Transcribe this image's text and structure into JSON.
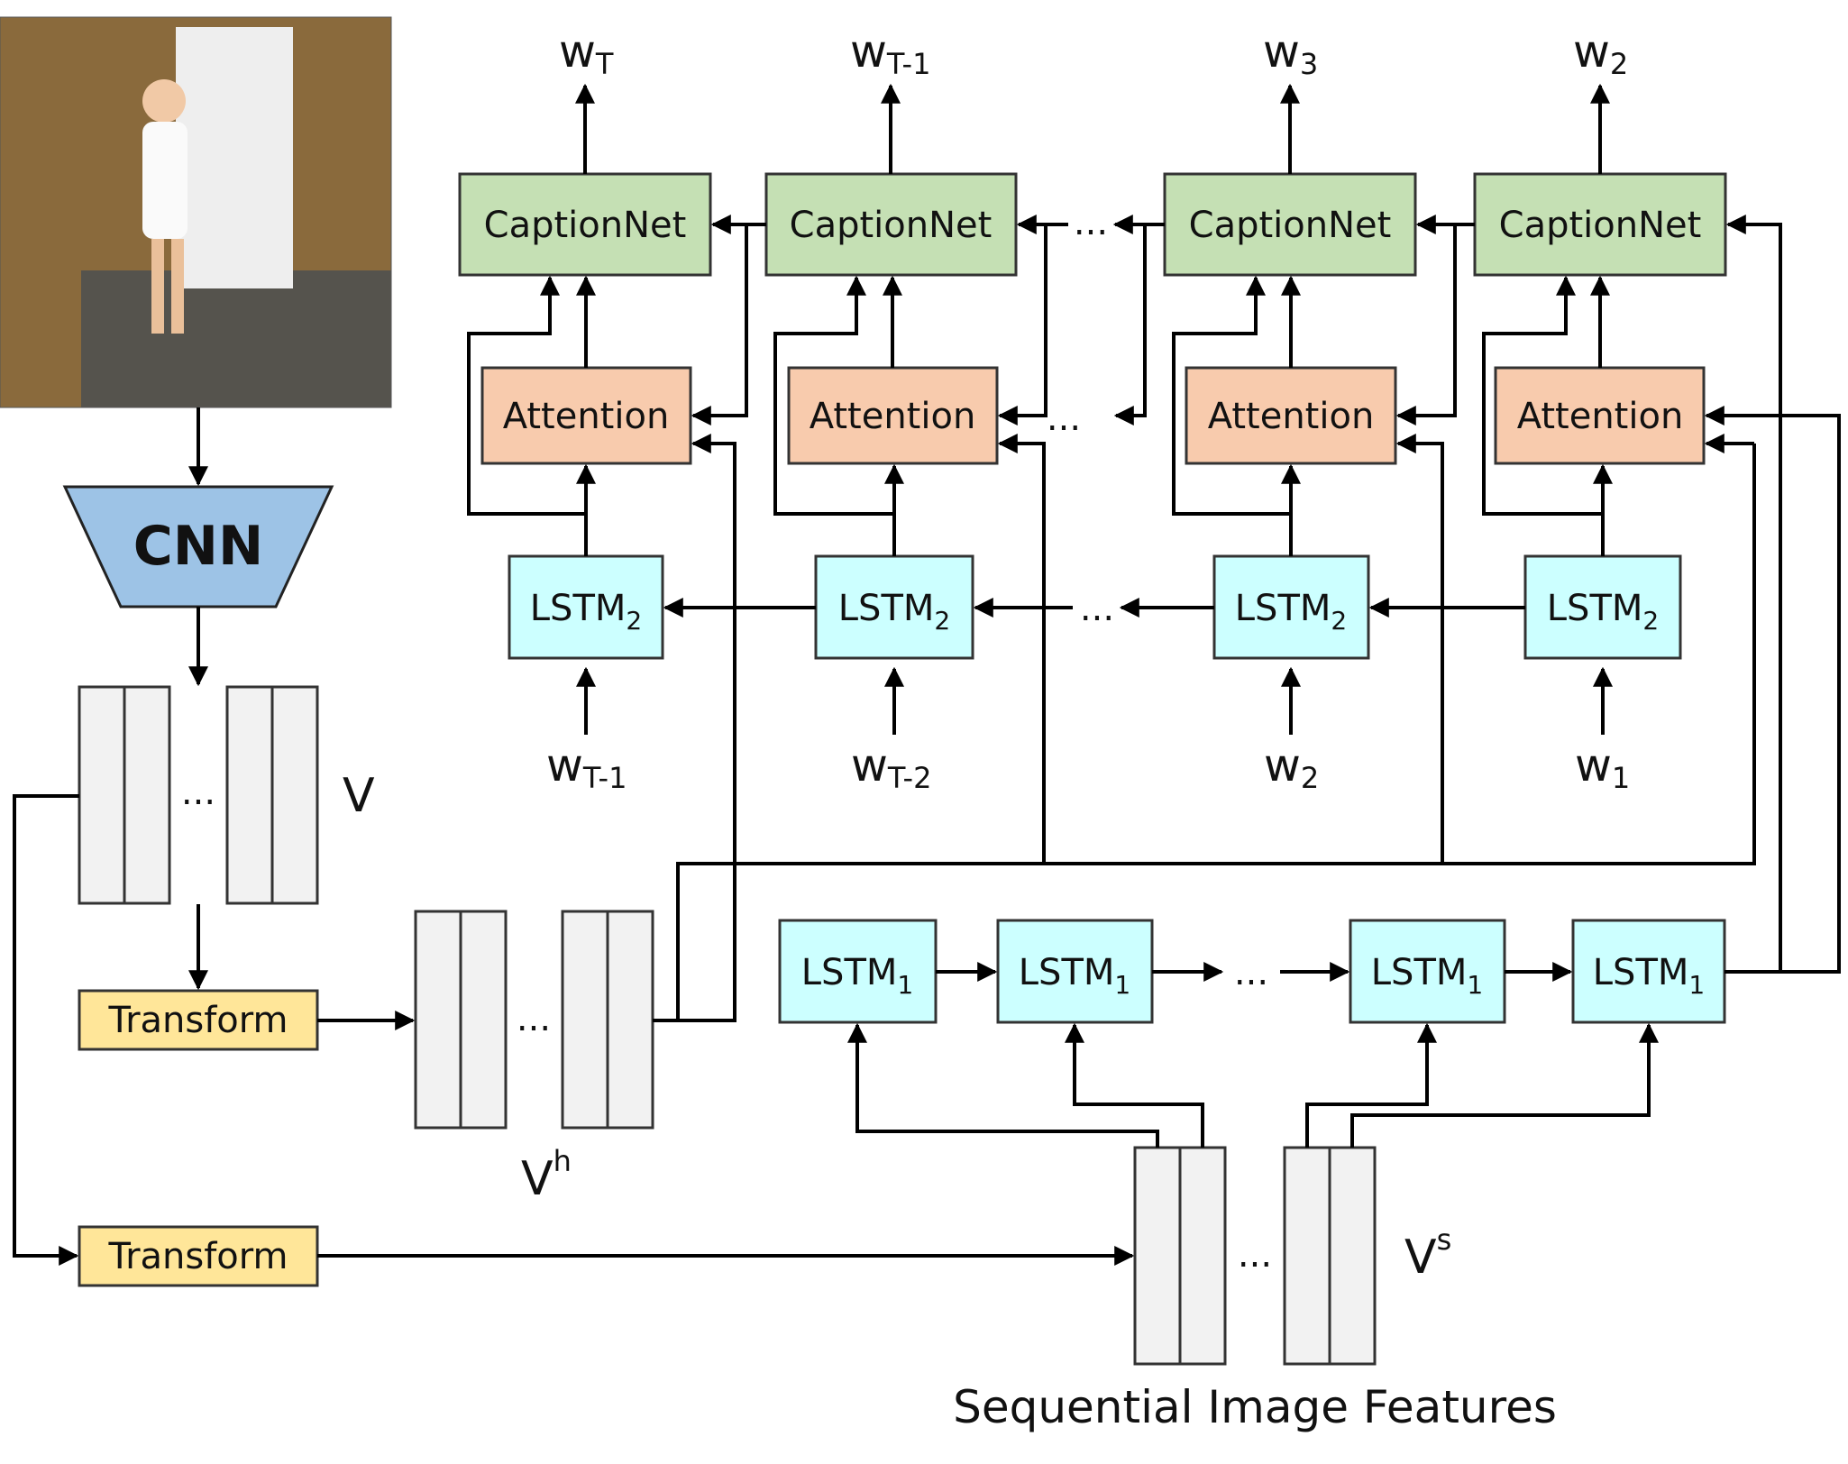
{
  "modules": {
    "cnn": "CNN",
    "transform": "Transform",
    "caption_net": "CaptionNet",
    "attention": "Attention",
    "lstm_base": "LSTM",
    "lstm2_sub": "2",
    "lstm1_sub": "1"
  },
  "ellipsis": "...",
  "features": {
    "v": "V",
    "vh_base": "V",
    "vh_sup": "h",
    "vs_base": "V",
    "vs_sup": "s",
    "sequential_caption": "Sequential Image Features"
  },
  "word_base": "w",
  "outputs": [
    {
      "sub": "T"
    },
    {
      "sub": "T-1"
    },
    {
      "sub": "3"
    },
    {
      "sub": "2"
    }
  ],
  "inputs": [
    {
      "sub": "T-1"
    },
    {
      "sub": "T-2"
    },
    {
      "sub": "2"
    },
    {
      "sub": "1"
    }
  ],
  "colors": {
    "caption_net": "#c5e0b4",
    "attention": "#f8cbad",
    "lstm": "#ccffff",
    "transform": "#ffe699",
    "cnn": "#9dc3e6",
    "feature": "#f2f2f2",
    "photo_wall": "#8a6a3c",
    "photo_floor": "#55534d",
    "photo_fridge": "#eeeeee"
  }
}
